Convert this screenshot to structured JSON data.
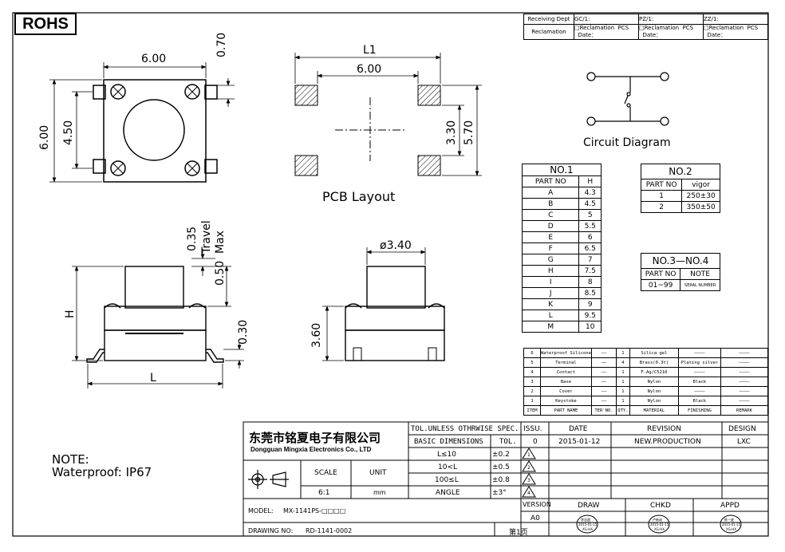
{
  "rohs": "ROHS",
  "top_dims": {
    "width": "6.00",
    "lead": "0.70",
    "height": "6.00",
    "pitch": "4.50"
  },
  "pcb": {
    "l1": "L1",
    "pitch": "6.00",
    "h1": "3.30",
    "h2": "5.70",
    "caption": "PCB Layout"
  },
  "side": {
    "d1": "0.35",
    "travel": "Travel",
    "d2": "0.50",
    "max": "Max",
    "d3": "0.30",
    "h": "H",
    "l": "L",
    "dia": "ø3.40",
    "d4": "3.60"
  },
  "circuit_caption": "Circuit Diagram",
  "note": {
    "line1": "NOTE:",
    "line2": "Waterproof:  IP67"
  },
  "receiving": {
    "r1": [
      "Receiving Dept",
      "GC/1:",
      "PZ/1:",
      "ZZ/1:"
    ],
    "r2": [
      "Reclamation",
      "□Reclamation  PCS\n  Date：",
      "□Reclamation  PCS\n  Date：",
      "□Reclamation  PCS\n  Date："
    ]
  },
  "no1": {
    "title": "NO.1",
    "headers": [
      "PART NO",
      "H"
    ],
    "rows": [
      [
        "A",
        "4.3"
      ],
      [
        "B",
        "4.5"
      ],
      [
        "C",
        "5"
      ],
      [
        "D",
        "5.5"
      ],
      [
        "E",
        "6"
      ],
      [
        "F",
        "6.5"
      ],
      [
        "G",
        "7"
      ],
      [
        "H",
        "7.5"
      ],
      [
        "I",
        "8"
      ],
      [
        "J",
        "8.5"
      ],
      [
        "K",
        "9"
      ],
      [
        "L",
        "9.5"
      ],
      [
        "M",
        "10"
      ]
    ]
  },
  "no2": {
    "title": "NO.2",
    "headers": [
      "PART NO",
      "vigor"
    ],
    "rows": [
      [
        "1",
        "250±30"
      ],
      [
        "2",
        "350±50"
      ]
    ]
  },
  "no34": {
    "title": "NO.3—NO.4",
    "headers": [
      "PART NO",
      "NOTE"
    ],
    "rows": [
      [
        "01~99",
        "SERAL NUMBER"
      ]
    ]
  },
  "bom": {
    "rows": [
      [
        "6",
        "Waterproof Silicone",
        "——",
        "1",
        "Silica gel",
        "————",
        "————"
      ],
      [
        "5",
        "Terminal",
        "——",
        "4",
        "Brass(0.3t)",
        "Plating silver",
        "————"
      ],
      [
        "4",
        "Contact",
        "——",
        "1",
        "F.Ag/C5210",
        "————",
        "————"
      ],
      [
        "3",
        "Base",
        "——",
        "1",
        "Nylon",
        "Black",
        "————"
      ],
      [
        "2",
        "Cover",
        "——",
        "1",
        "Nylon",
        "————",
        "————"
      ],
      [
        "1",
        "Keystoke",
        "——",
        "1",
        "Nylon",
        "Black",
        "————"
      ]
    ],
    "headers": [
      "ITEM",
      "PART NAME",
      "TER'NO.",
      "QTY.",
      "MATERIAL",
      "FINISHING",
      "REMARK"
    ]
  },
  "title_block": {
    "company_cn": "东莞市铭夏电子有限公司",
    "company_en": "Dongguan Mingxia Electronics Co., LTD",
    "tol_title": "TOL.UNLESS OTHRWISE SPEC.",
    "basic_dim": "BASIC DIMENSIONS",
    "tol": "TOL.",
    "tol_rows": [
      [
        "L≤10",
        "±0.2",
        "1"
      ],
      [
        "10<L",
        "±0.5",
        "2"
      ],
      [
        "100≤L",
        "±0.8",
        "3"
      ],
      [
        "ANGLE",
        "±3°",
        "4"
      ]
    ],
    "scale": "SCALE",
    "unit": "UNIT",
    "scale_val": "6:1",
    "unit_val": "mm",
    "issu": "ISSU.",
    "date": "DATE",
    "revision": "REVISION",
    "design": "DESIGN",
    "issu_val": "0",
    "date_val": "2015-01-12",
    "revision_val": "NEW.PRODUCTION",
    "design_val": "LXC",
    "version": "VERSION",
    "version_val": "A0",
    "draw": "DRAW",
    "chkd": "CHKD",
    "appd": "APPD",
    "model_label": "MODEL:",
    "model_val": "MX-1141PS-□□□□",
    "drawing_label": "DRAWING NO:",
    "drawing_val": "RD-1141-0002",
    "page": "第1页",
    "stamp1": [
      "李志超",
      "2015-01-15",
      "XG-HX"
    ],
    "stamp2": [
      "卢新成",
      "2015-01-15",
      "XG-HX"
    ],
    "stamp3": [
      "陈一星",
      "2015-01-15",
      "XG-HX"
    ]
  }
}
